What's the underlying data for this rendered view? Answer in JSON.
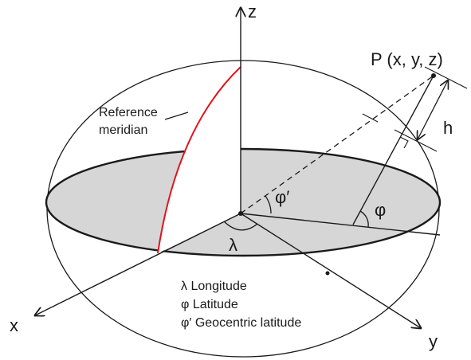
{
  "axes": {
    "z_label": "z",
    "x_label": "x",
    "y_label": "y"
  },
  "point": {
    "label": "P (x, y, z)",
    "height_label": "h"
  },
  "angles": {
    "geocentric_label": "φ′",
    "latitude_label": "φ",
    "longitude_label": "λ"
  },
  "reference_meridian": {
    "line1": "Reference",
    "line2": "meridian"
  },
  "legend": [
    {
      "symbol": "λ",
      "text": "Longitude"
    },
    {
      "symbol": "φ",
      "text": "Latitude"
    },
    {
      "symbol": "φ′",
      "text": "Geocentric latitude"
    }
  ],
  "colors": {
    "outline": "#1a1a1a",
    "equatorial_plane": "#d6d6d6",
    "meridian": "#e0141c",
    "background": "#ffffff"
  }
}
